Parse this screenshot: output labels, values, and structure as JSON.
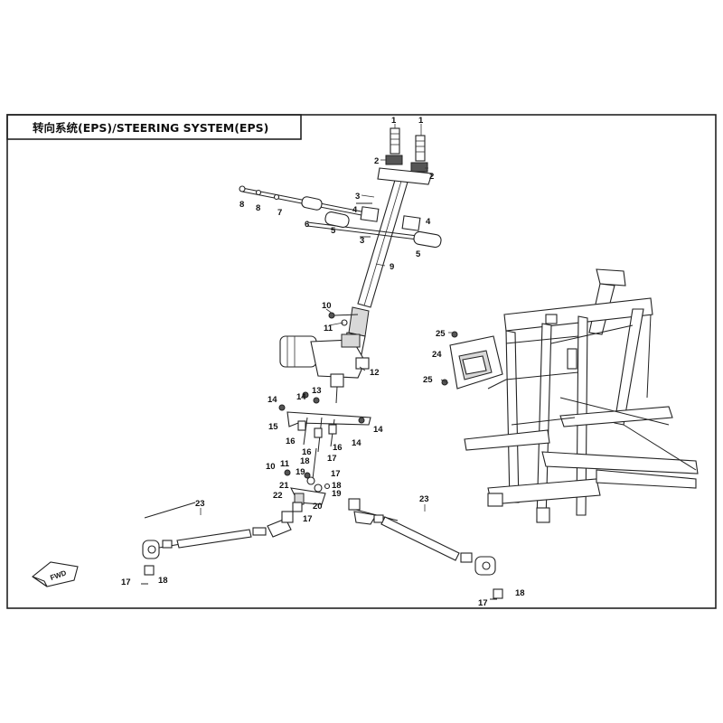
{
  "title": "转向系统(EPS)/STEERING SYSTEM(EPS)",
  "fwd_label": "FWD",
  "callouts": {
    "c1a": "1",
    "c1b": "1",
    "c2a": "2",
    "c2b": "2",
    "c3a": "3",
    "c3b": "3",
    "c4a": "4",
    "c4b": "4",
    "c5a": "5",
    "c5b": "5",
    "c6": "6",
    "c7": "7",
    "c8a": "8",
    "c8b": "8",
    "c9": "9",
    "c10a": "10",
    "c10b": "10",
    "c11a": "11",
    "c11b": "11",
    "c12": "12",
    "c13": "13",
    "c14a": "14",
    "c14b": "14",
    "c14c": "14",
    "c14d": "14",
    "c15": "15",
    "c16a": "16",
    "c16b": "16",
    "c16c": "16",
    "c17a": "17",
    "c17b": "17",
    "c17c": "17",
    "c17d": "17",
    "c17e": "17",
    "c18a": "18",
    "c18b": "18",
    "c18c": "18",
    "c18d": "18",
    "c19a": "19",
    "c19b": "19",
    "c20": "20",
    "c21": "21",
    "c22": "22",
    "c23a": "23",
    "c23b": "23",
    "c24": "24",
    "c25a": "25",
    "c25b": "25"
  }
}
